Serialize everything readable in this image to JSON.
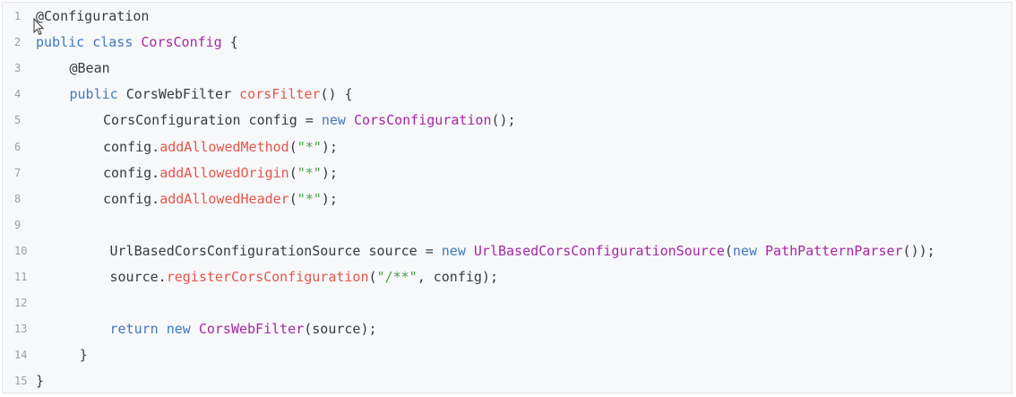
{
  "lines": [
    {
      "num": "1",
      "indent": 0,
      "tokens": [
        {
          "t": "annotation",
          "v": "@Configuration"
        }
      ]
    },
    {
      "num": "2",
      "indent": 0,
      "tokens": [
        {
          "t": "keyword",
          "v": "public"
        },
        {
          "t": "plain",
          "v": " "
        },
        {
          "t": "keyword",
          "v": "class"
        },
        {
          "t": "plain",
          "v": " "
        },
        {
          "t": "type",
          "v": "CorsConfig"
        },
        {
          "t": "punc",
          "v": " {"
        }
      ]
    },
    {
      "num": "3",
      "indent": 1,
      "tokens": [
        {
          "t": "annotation",
          "v": "@Bean"
        }
      ]
    },
    {
      "num": "4",
      "indent": 1,
      "tokens": [
        {
          "t": "keyword",
          "v": "public"
        },
        {
          "t": "plain",
          "v": " CorsWebFilter "
        },
        {
          "t": "method",
          "v": "corsFilter"
        },
        {
          "t": "punc",
          "v": "() {"
        }
      ]
    },
    {
      "num": "5",
      "indent": 2,
      "tokens": [
        {
          "t": "plain",
          "v": "CorsConfiguration config = "
        },
        {
          "t": "keyword",
          "v": "new"
        },
        {
          "t": "plain",
          "v": " "
        },
        {
          "t": "type",
          "v": "CorsConfiguration"
        },
        {
          "t": "punc",
          "v": "();"
        }
      ]
    },
    {
      "num": "6",
      "indent": 2,
      "tokens": [
        {
          "t": "plain",
          "v": "config."
        },
        {
          "t": "method",
          "v": "addAllowedMethod"
        },
        {
          "t": "punc",
          "v": "("
        },
        {
          "t": "string",
          "v": "\"*\""
        },
        {
          "t": "punc",
          "v": ");"
        }
      ]
    },
    {
      "num": "7",
      "indent": 2,
      "tokens": [
        {
          "t": "plain",
          "v": "config."
        },
        {
          "t": "method",
          "v": "addAllowedOrigin"
        },
        {
          "t": "punc",
          "v": "("
        },
        {
          "t": "string",
          "v": "\"*\""
        },
        {
          "t": "punc",
          "v": ");"
        }
      ]
    },
    {
      "num": "8",
      "indent": 2,
      "tokens": [
        {
          "t": "plain",
          "v": "config."
        },
        {
          "t": "method",
          "v": "addAllowedHeader"
        },
        {
          "t": "punc",
          "v": "("
        },
        {
          "t": "string",
          "v": "\"*\""
        },
        {
          "t": "punc",
          "v": ");"
        }
      ]
    },
    {
      "num": "9",
      "indent": 0,
      "tokens": []
    },
    {
      "num": "10",
      "indent": 2.2,
      "tokens": [
        {
          "t": "plain",
          "v": "UrlBasedCorsConfigurationSource source = "
        },
        {
          "t": "keyword",
          "v": "new"
        },
        {
          "t": "plain",
          "v": " "
        },
        {
          "t": "type",
          "v": "UrlBasedCorsConfigurationSource"
        },
        {
          "t": "punc",
          "v": "("
        },
        {
          "t": "keyword",
          "v": "new"
        },
        {
          "t": "plain",
          "v": " "
        },
        {
          "t": "type",
          "v": "PathPatternParser"
        },
        {
          "t": "punc",
          "v": "());"
        }
      ]
    },
    {
      "num": "11",
      "indent": 2.2,
      "tokens": [
        {
          "t": "plain",
          "v": "source."
        },
        {
          "t": "method",
          "v": "registerCorsConfiguration"
        },
        {
          "t": "punc",
          "v": "("
        },
        {
          "t": "string",
          "v": "\"/**\""
        },
        {
          "t": "punc",
          "v": ", config);"
        }
      ]
    },
    {
      "num": "12",
      "indent": 0,
      "tokens": []
    },
    {
      "num": "13",
      "indent": 2.2,
      "tokens": [
        {
          "t": "keyword",
          "v": "return"
        },
        {
          "t": "plain",
          "v": " "
        },
        {
          "t": "keyword",
          "v": "new"
        },
        {
          "t": "plain",
          "v": " "
        },
        {
          "t": "type",
          "v": "CorsWebFilter"
        },
        {
          "t": "punc",
          "v": "(source);"
        }
      ]
    },
    {
      "num": "14",
      "indent": 1.3,
      "tokens": [
        {
          "t": "punc",
          "v": "}"
        }
      ]
    },
    {
      "num": "15",
      "indent": 0,
      "tokens": [
        {
          "t": "punc",
          "v": "}"
        }
      ]
    }
  ],
  "colors": {
    "background": "#f7f8fa",
    "keyword": "#4078c0",
    "type": "#a626a4",
    "method": "#e45649",
    "string": "#50a14f",
    "plain": "#383a42",
    "line_number": "#9aa0a6"
  },
  "cursor": {
    "icon": "mouse-pointer-icon"
  }
}
